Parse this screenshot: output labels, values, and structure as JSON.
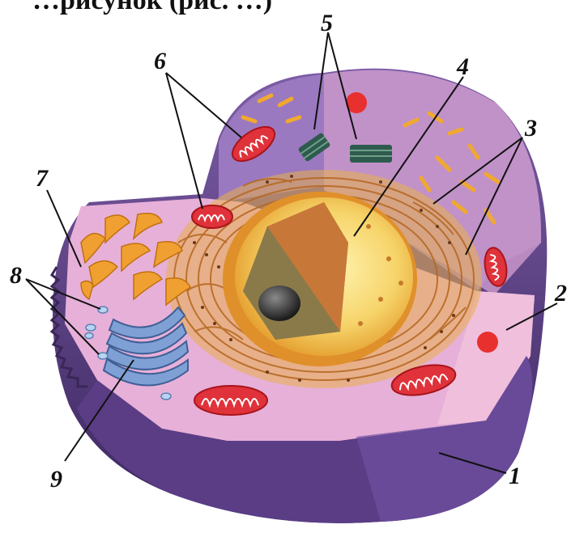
{
  "heading": "…рисунок (рис. …)",
  "labels": [
    "1",
    "2",
    "3",
    "4",
    "5",
    "6",
    "7",
    "8",
    "9"
  ],
  "colors": {
    "membrane_dark": "#4b3470",
    "cytoplasm_pink": "#e6a8d3",
    "cut_surface": "#d7a9c9",
    "upper_purple": "#8f6bb8",
    "nucleus_outer": "#f0c24a",
    "nucleus_inner": "#fbe38a",
    "nucleolus": "#2a2a2a",
    "er": "#e0962a",
    "mitochondria": "#e0323a",
    "golgi": "#6f93c8",
    "centrioles": "#2e5b4d"
  }
}
